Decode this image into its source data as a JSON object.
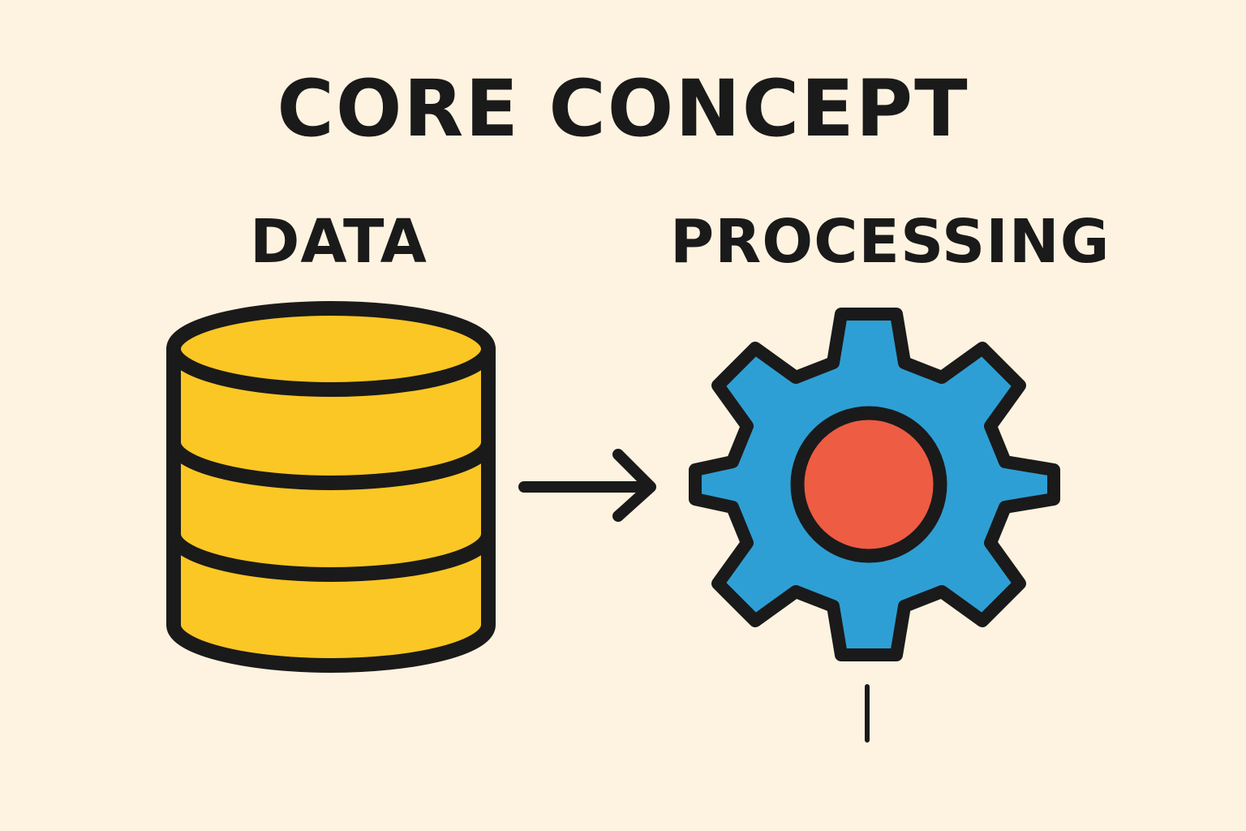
{
  "title": "CORE CONCEPT",
  "labels": {
    "data": "DATA",
    "processing": "PROCESSING"
  },
  "colors": {
    "background": "#fdf3e0",
    "database": "#fbc724",
    "gear": "#2e9fd4",
    "gear_center": "#ee5c43",
    "outline": "#1a1a1a"
  },
  "icons": [
    "database-icon",
    "arrow-right-icon",
    "gear-icon"
  ]
}
